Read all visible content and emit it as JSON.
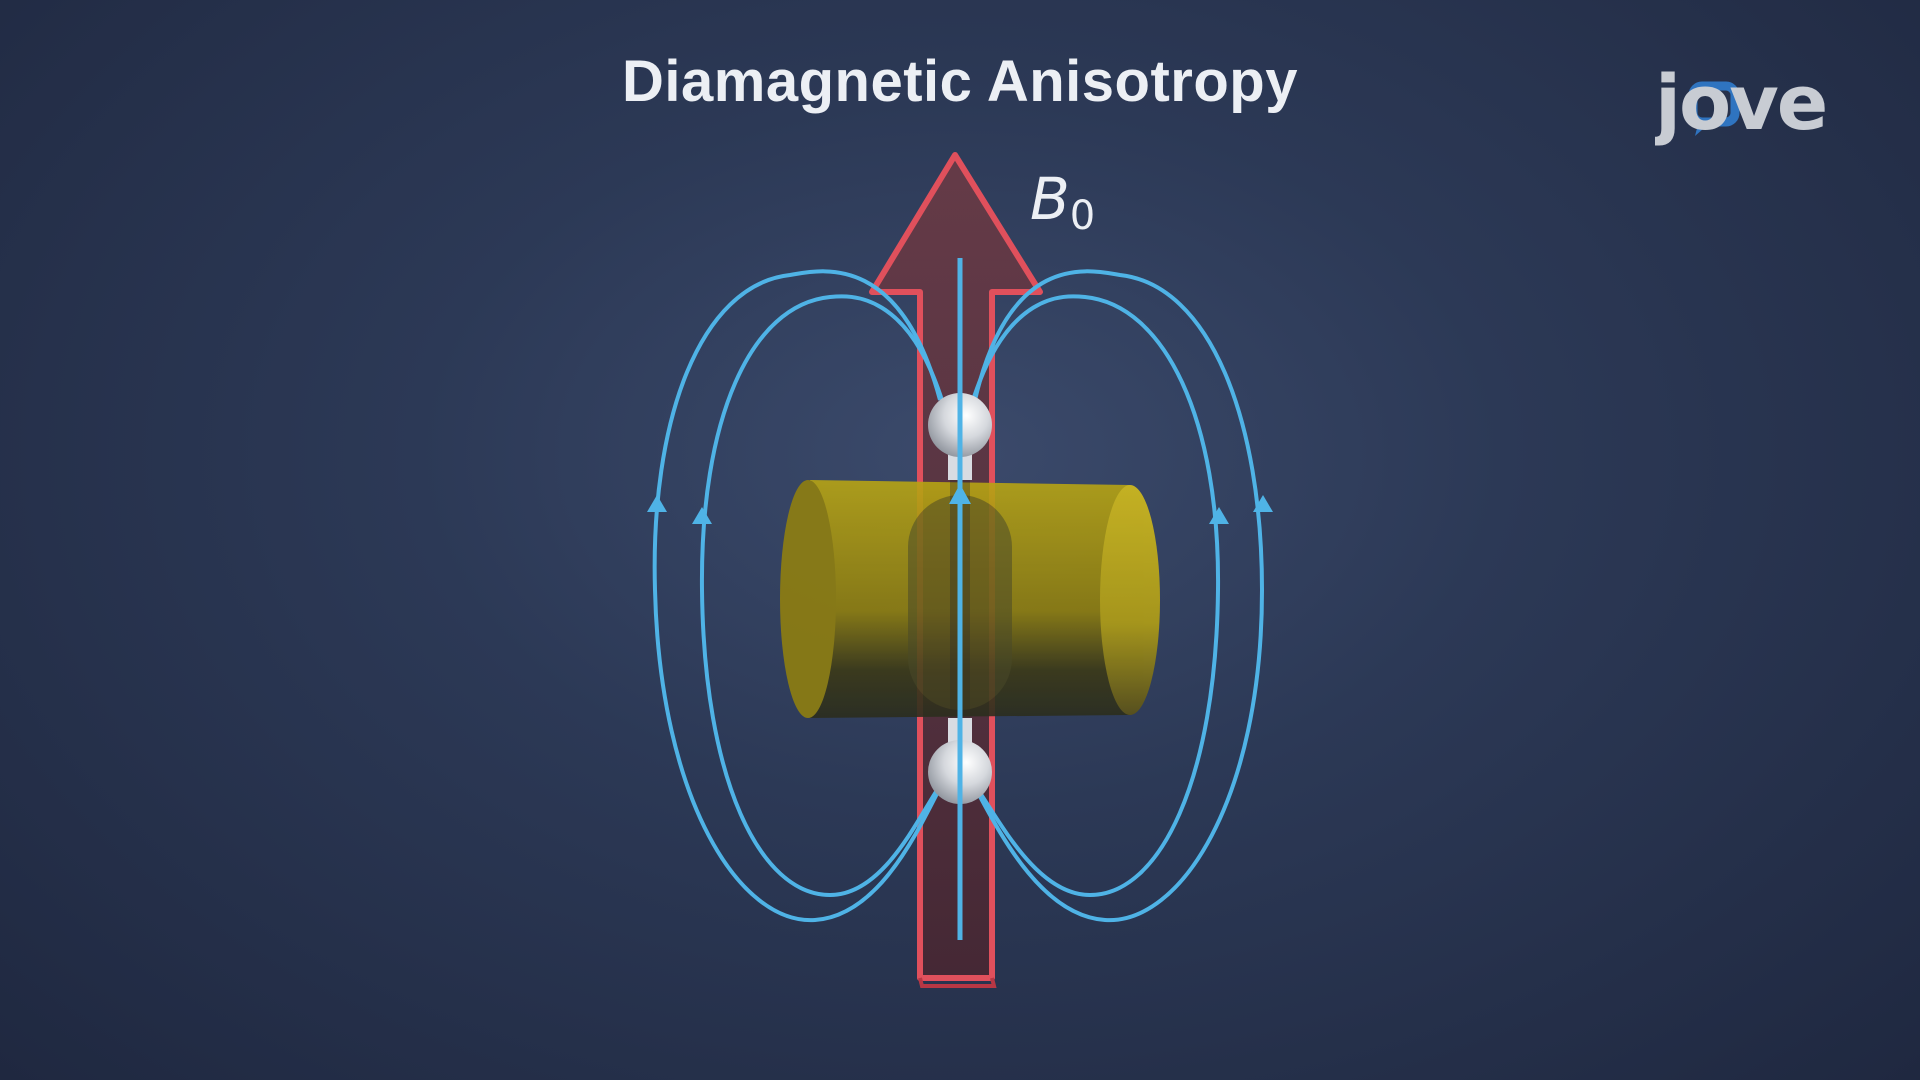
{
  "title": "Diamagnetic Anisotropy",
  "field_label": {
    "symbol": "B",
    "subscript": "0"
  },
  "logo": {
    "text": "jove"
  },
  "colors": {
    "background": "#2c3956",
    "field_arrow": "#e0505c",
    "field_lines": "#4fb3e6",
    "cylinder": "#c9b215",
    "atoms": "#e6e8ec"
  },
  "icons": {
    "logo_mark": "jove-logo-icon"
  }
}
